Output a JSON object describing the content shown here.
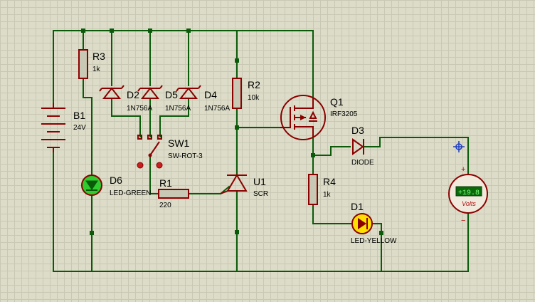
{
  "components": {
    "b1": {
      "ref": "B1",
      "value": "24V"
    },
    "r3": {
      "ref": "R3",
      "value": "1k"
    },
    "d2": {
      "ref": "D2",
      "value": "1N756A"
    },
    "d5": {
      "ref": "D5",
      "value": "1N756A"
    },
    "d4": {
      "ref": "D4",
      "value": "1N756A"
    },
    "sw1": {
      "ref": "SW1",
      "value": "SW-ROT-3"
    },
    "d6": {
      "ref": "D6",
      "value": "LED-GREEN"
    },
    "r1": {
      "ref": "R1",
      "value": "220"
    },
    "r2": {
      "ref": "R2",
      "value": "10k"
    },
    "u1": {
      "ref": "U1",
      "value": "SCR"
    },
    "q1": {
      "ref": "Q1",
      "value": "IRF3205"
    },
    "d3": {
      "ref": "D3",
      "value": "DIODE"
    },
    "r4": {
      "ref": "R4",
      "value": "1k"
    },
    "d1": {
      "ref": "D1",
      "value": "LED-YELLOW"
    }
  },
  "voltmeter": {
    "reading": "+19.8",
    "unit_label": "Volts",
    "plus": "+",
    "minus": "−",
    "display_bg": "#0a6a0a",
    "display_fg": "#7fff7f"
  },
  "colors": {
    "wire": "#0a5a0a",
    "component": "#8b0000",
    "led_green": "#2ecc2e",
    "led_yellow": "#ffe000",
    "probe": "#1f3fbf"
  },
  "icons": {
    "probe": "crosshair-icon"
  }
}
